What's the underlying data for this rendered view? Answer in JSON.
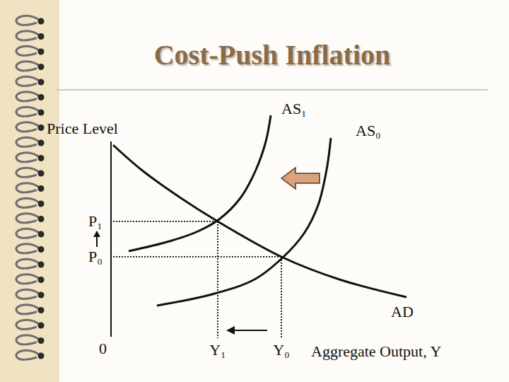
{
  "diagram": {
    "title": "Cost-Push Inflation",
    "labels": [
      "AS₁",
      "AS₀",
      "Price Level",
      "P₁",
      "P₀",
      "AD",
      "0",
      "Y₁",
      "Y₀",
      "Aggregate Output, Y"
    ]
  }
}
